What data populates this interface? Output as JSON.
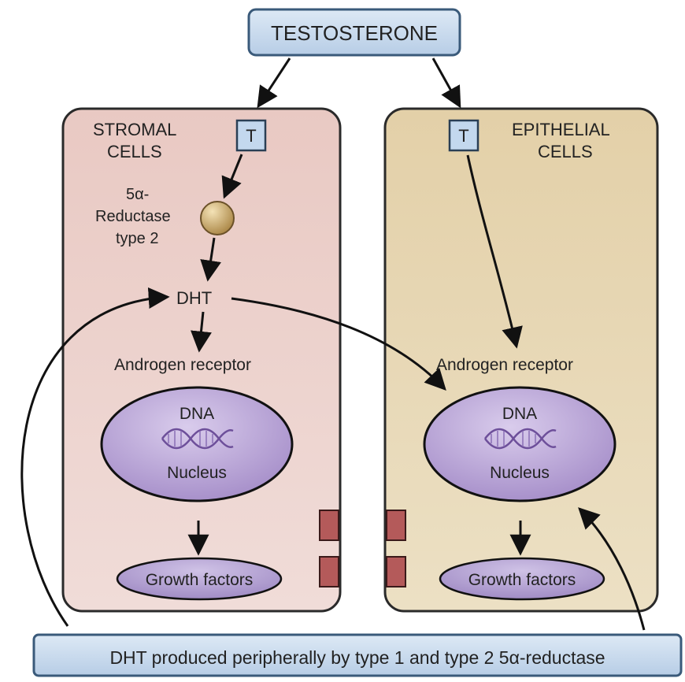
{
  "diagram": {
    "top_box": {
      "label": "TESTOSTERONE"
    },
    "bottom_box": {
      "label": "DHT produced peripherally by type 1 and type 2 5α-reductase"
    },
    "stromal": {
      "title_line1": "STROMAL",
      "title_line2": "CELLS",
      "t_label": "T",
      "enzyme_line1": "5α-",
      "enzyme_line2": "Reductase",
      "enzyme_line3": "type 2",
      "dht": "DHT",
      "receptor": "Androgen receptor",
      "dna": "DNA",
      "nucleus": "Nucleus",
      "growth": "Growth factors"
    },
    "epithelial": {
      "title_line1": "EPITHELIAL",
      "title_line2": "CELLS",
      "t_label": "T",
      "receptor": "Androgen receptor",
      "dna": "DNA",
      "nucleus": "Nucleus",
      "growth": "Growth factors"
    },
    "colors": {
      "stromal_cell": "#ecd0cb",
      "epithelial_cell": "#e7d8b6",
      "box_fill": "#c9dcee",
      "box_stroke": "#3a5a7a",
      "nucleus_fill": "#b7a2d6",
      "growth_fill": "#b09ad0",
      "enzyme": "#c9a765",
      "receptor_block": "#b85a5a",
      "arrow": "#111111"
    }
  }
}
